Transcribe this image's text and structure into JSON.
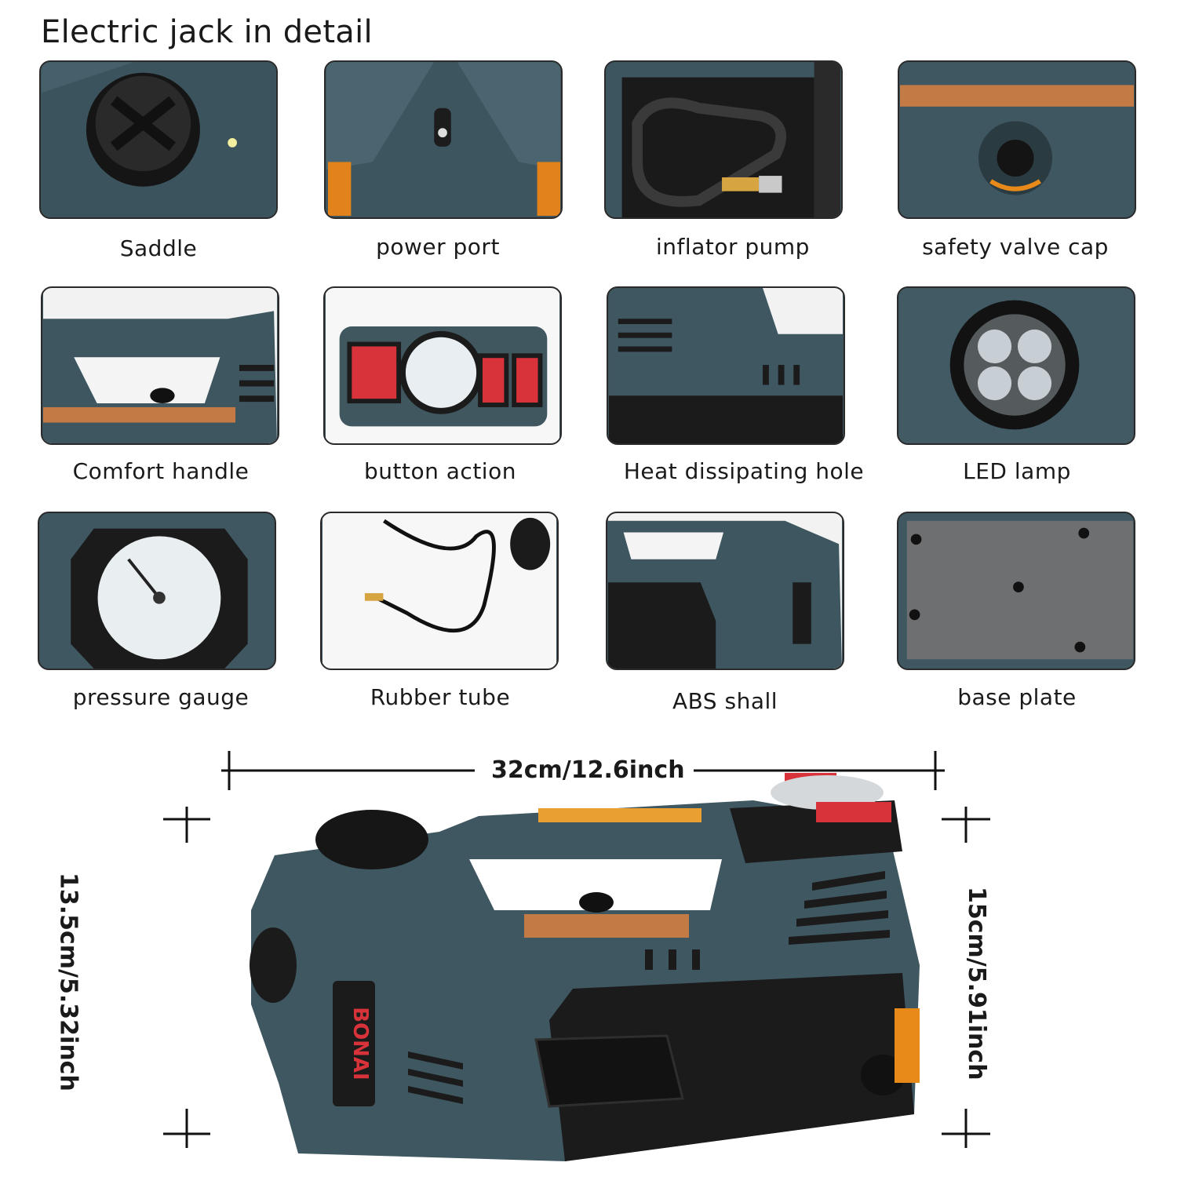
{
  "title": "Electric jack in detail",
  "features": [
    "Saddle",
    "power port",
    "inflator pump",
    "safety valve cap",
    "Comfort handle",
    "button action",
    "Heat dissipating hole",
    "LED lamp",
    "pressure gauge",
    "Rubber tube",
    "ABS shall",
    "base plate"
  ],
  "dimensions": {
    "length": "32cm/12.6inch",
    "height_left": "13.5cm/5.32inch",
    "height_right": "15cm/5.91inch"
  },
  "brand": "BONAI",
  "colors": {
    "body": "#3f5660",
    "accent_red": "#d8333a",
    "amber": "#e88a1a",
    "black": "#1b1b1b"
  }
}
